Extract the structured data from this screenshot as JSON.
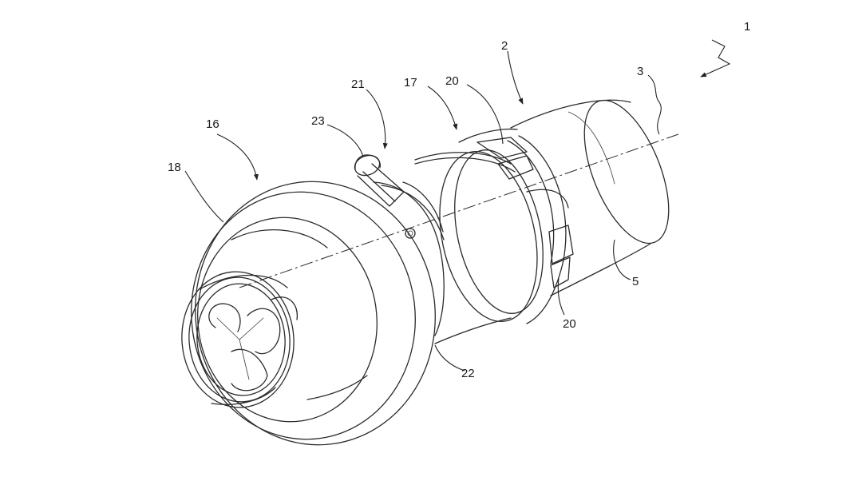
{
  "figure": {
    "labels": {
      "l1": "1",
      "l2": "2",
      "l3": "3",
      "l5": "5",
      "l16": "16",
      "l17": "17",
      "l18": "18",
      "l20a": "20",
      "l20b": "20",
      "l21": "21",
      "l22": "22",
      "l23": "23"
    },
    "line_color": "#2a2a2a",
    "background": "#ffffff"
  }
}
